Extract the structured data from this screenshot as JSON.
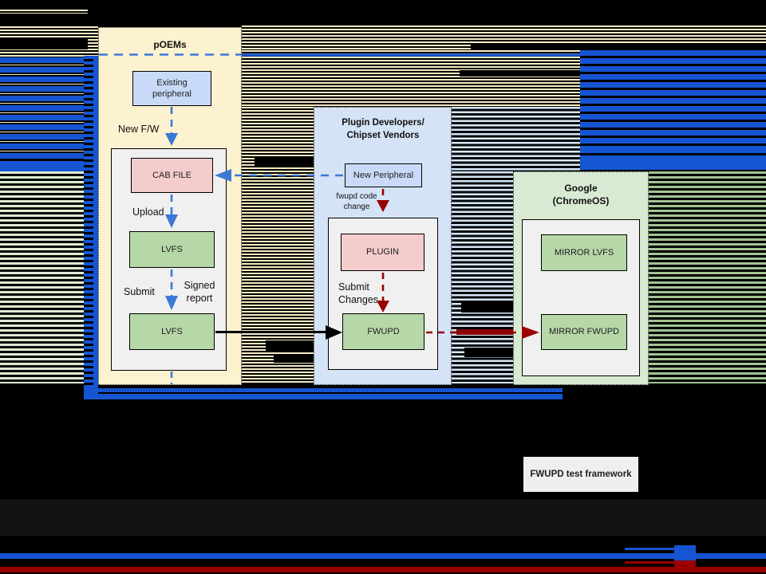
{
  "panels": {
    "poems": {
      "title": "pOEMs"
    },
    "plugin_developers": {
      "title": "Plugin Developers/ Chipset Vendors"
    },
    "google": {
      "title": "Google (ChromeOS)"
    }
  },
  "nodes": {
    "existing_peripheral": "Existing peripheral",
    "cab_file": "CAB FILE",
    "lvfs_upload": "LVFS",
    "lvfs_submit": "LVFS",
    "new_peripheral": "New Peripheral",
    "plugin": "PLUGIN",
    "fwupd": "FWUPD",
    "mirror_lvfs": "MIRROR LVFS",
    "mirror_fwupd": "MIRROR FWUPD",
    "fwupd_test_framework": "FWUPD test framework"
  },
  "edge_labels": {
    "new_fw": "New F/W",
    "upload": "Upload",
    "submit": "Submit",
    "signed_report": "Signed report",
    "fwupd_code_change": "fwupd code change",
    "submit_changes": "Submit Changes"
  },
  "colors": {
    "glitch_blue": "#1655d2",
    "arrow_blue": "#3c78d8",
    "arrow_red": "#990000",
    "panel_cream": "#fdf2cf",
    "panel_light_blue": "#d4e3f5",
    "panel_light_green": "#d9ead3",
    "node_light_blue": "#c9daf8",
    "node_pink": "#f4cccc",
    "node_green": "#b6d7a8",
    "container_gray": "#f0f0f0",
    "stripe_tan": "#f6ebc4",
    "stripe_light_blue": "#d8e7f6",
    "stripe_light_green": "#dcead2",
    "stripe_mid_green": "#a3c493",
    "bottom_red": "#990000"
  }
}
